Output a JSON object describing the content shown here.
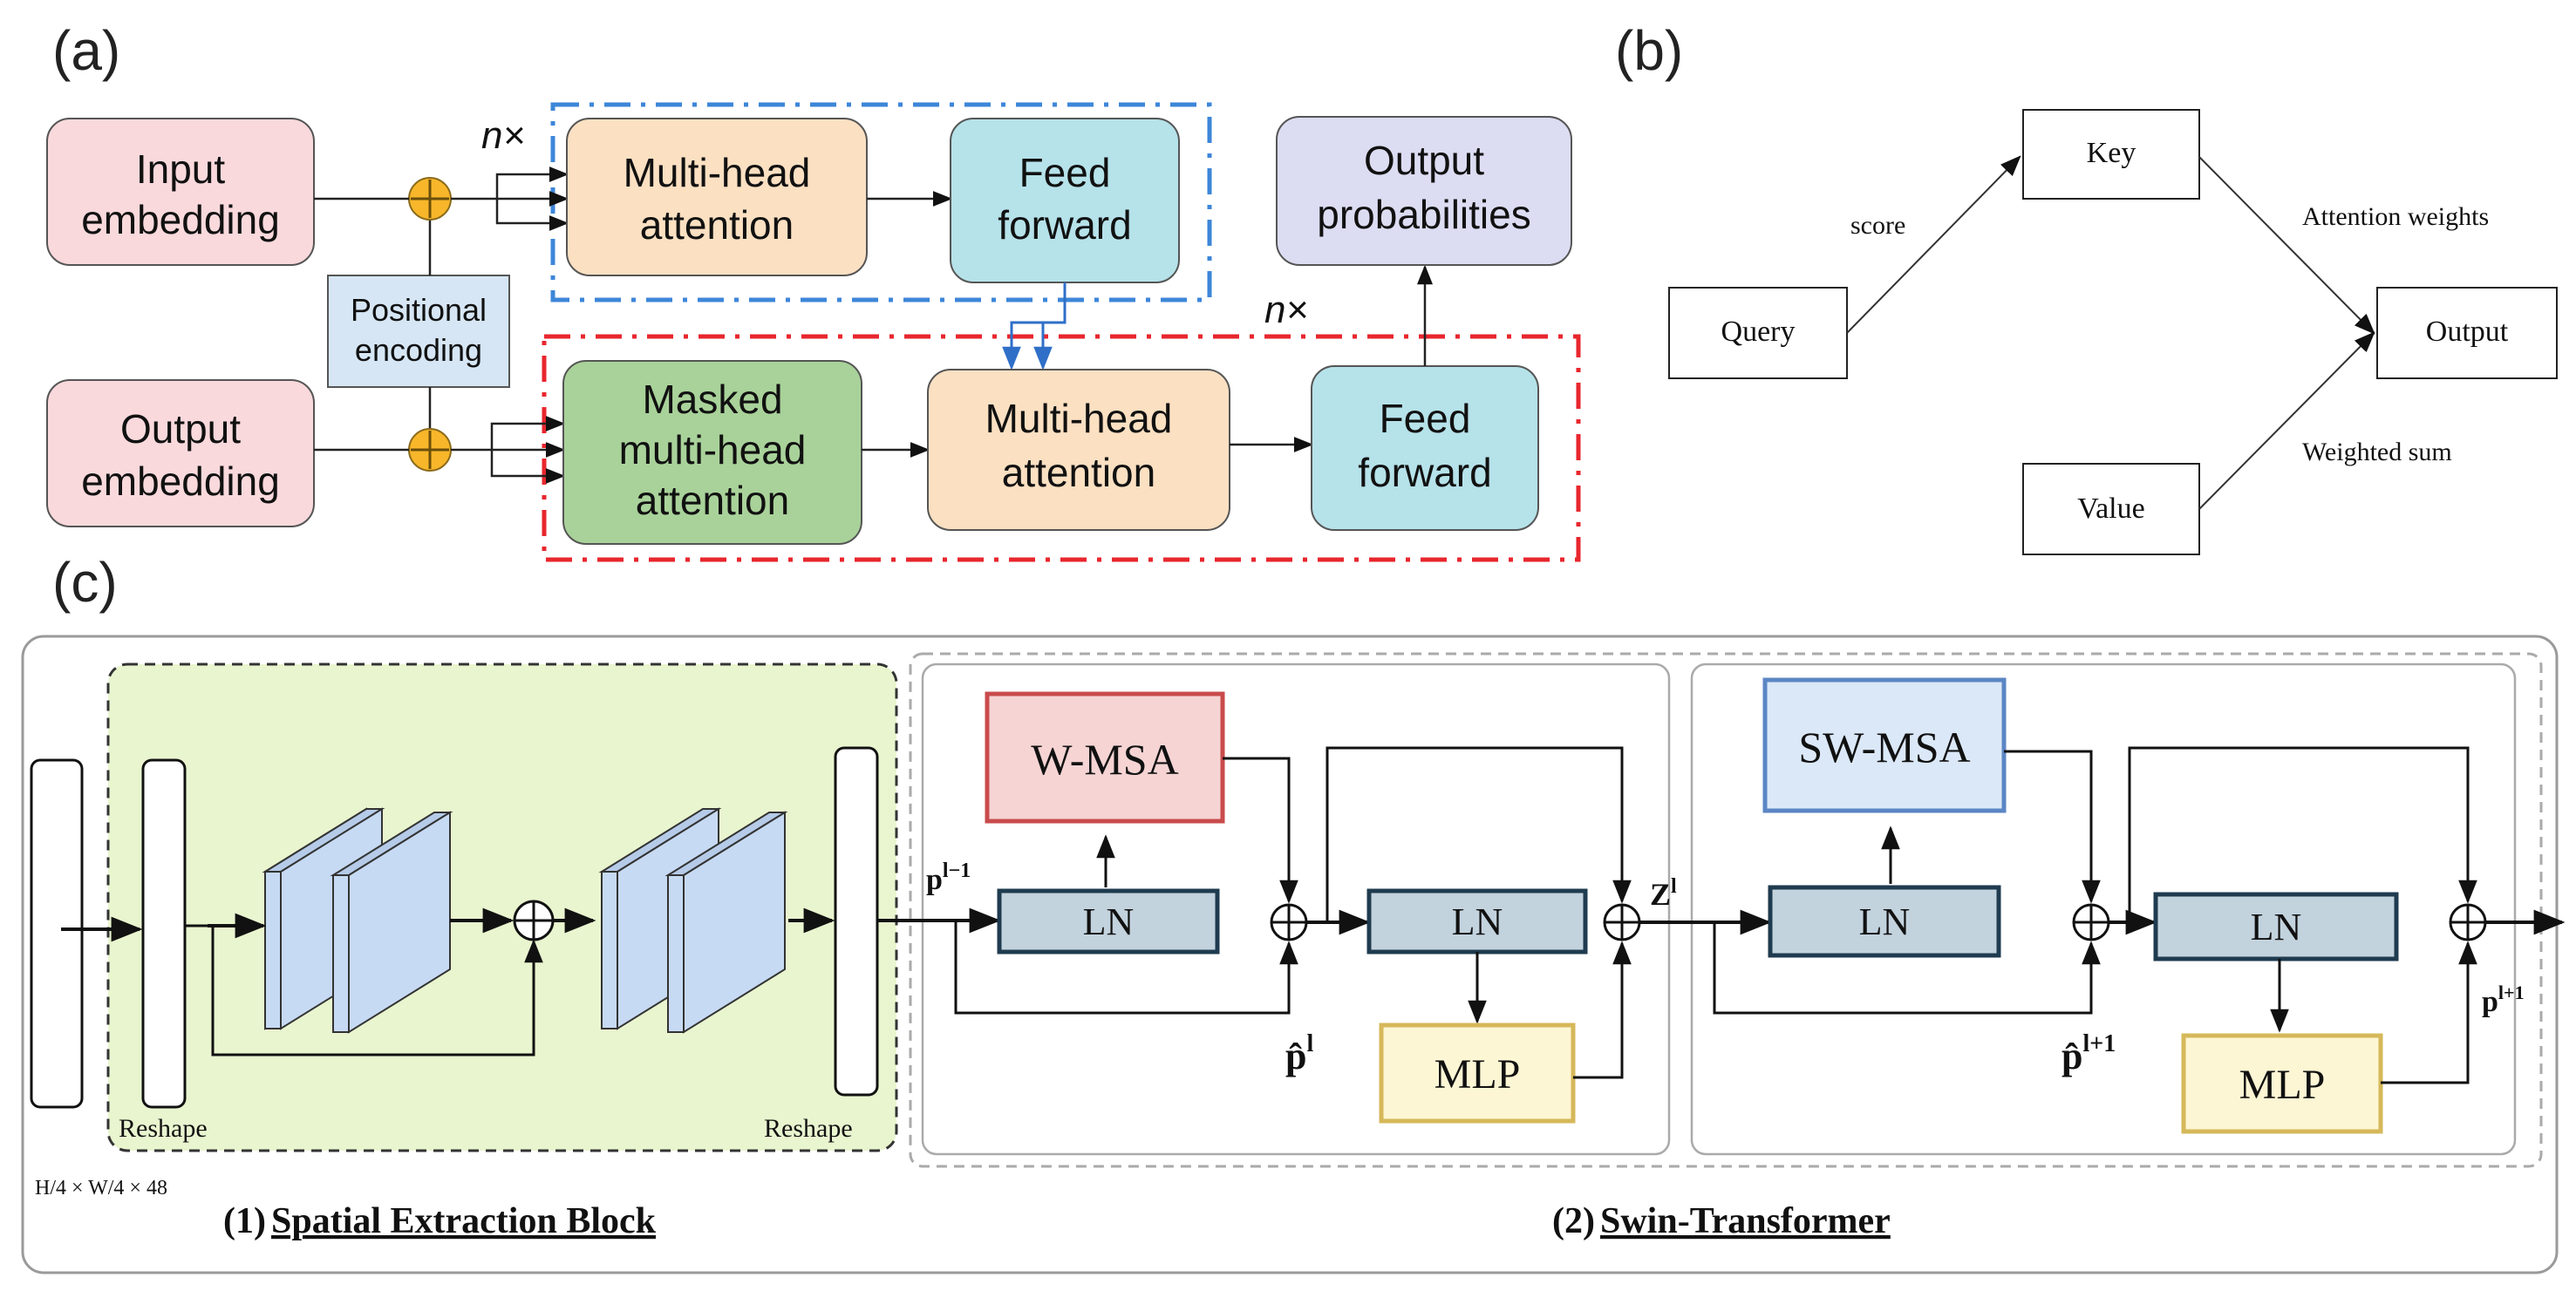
{
  "panel_a": {
    "label": "(a)",
    "input_embedding": [
      "Input",
      "embedding"
    ],
    "output_embedding": [
      "Output",
      "embedding"
    ],
    "positional_encoding": [
      "Positional",
      "encoding"
    ],
    "encoder_attention": [
      "Multi-head",
      "attention"
    ],
    "encoder_ff": [
      "Feed",
      "forward"
    ],
    "decoder_masked": [
      "Masked",
      "multi-head",
      "attention"
    ],
    "decoder_attention": [
      "Multi-head",
      "attention"
    ],
    "decoder_ff": [
      "Feed",
      "forward"
    ],
    "output_probabilities": [
      "Output",
      "probabilities"
    ],
    "repeat_encoder": "n×",
    "repeat_decoder": "n×",
    "colors": {
      "embedding": "#f9d9dc",
      "attention": "#fbe0c2",
      "feed_forward": "#b6e2ea",
      "masked": "#a9d29a",
      "output_prob": "#dcdcf2",
      "positional": "#d6e6f4",
      "adder": "#f8b72a",
      "encoder_frame": "#3d86d8",
      "decoder_frame": "#e8262d"
    }
  },
  "panel_b": {
    "label": "(b)",
    "query": "Query",
    "key": "Key",
    "value": "Value",
    "output": "Output",
    "score": "score",
    "attention_weights": "Attention weights",
    "weighted_sum": "Weighted sum"
  },
  "panel_c": {
    "label": "(c)",
    "reshape_left": "Reshape",
    "reshape_right": "Reshape",
    "dims": "H/4 × W/4 × 48",
    "w_msa": "W-MSA",
    "sw_msa": "SW-MSA",
    "ln": "LN",
    "mlp": "MLP",
    "p_l_minus_1": "p",
    "p_l_minus_1_sup": "l−1",
    "p_hat_l": "p̂",
    "p_hat_l_sup": "l",
    "z_l": "Z",
    "z_l_sup": "l",
    "p_hat_l1": "p̂",
    "p_hat_l1_sup": "l+1",
    "p_l1": "p",
    "p_l1_sup": "l+1",
    "caption_1_num": "(1)",
    "caption_1": "Spatial Extraction Block",
    "caption_2_num": "(2)",
    "caption_2": "Swin-Transformer",
    "colors": {
      "spatial_bg": "#e9f5cf",
      "w_msa_fill": "#f6d4d4",
      "w_msa_border": "#c94b4b",
      "sw_msa_fill": "#dbe8f8",
      "sw_msa_border": "#5b86c4",
      "ln_fill": "#c3d3de",
      "ln_border": "#1f3b4f",
      "mlp_fill": "#fdf6d4",
      "mlp_border": "#d6b85a",
      "conv_front": "#c7daf3",
      "conv_side": "#9fb9dc"
    }
  }
}
